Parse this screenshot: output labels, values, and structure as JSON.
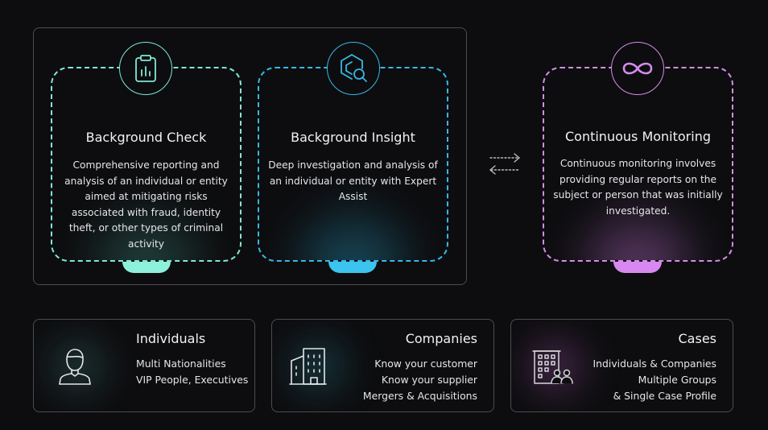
{
  "services": [
    {
      "title": "Background Check",
      "description": "Comprehensive reporting and analysis of an individual or entity aimed at mitigating risks associated with fraud, identity theft, or other types of criminal activity",
      "icon": "clipboard-chart-icon",
      "color": "#7fe8d6"
    },
    {
      "title": "Background Insight",
      "description": "Deep investigation and analysis of an individual or entity with Expert Assist",
      "icon": "hexagon-search-icon",
      "color": "#38b7e6"
    },
    {
      "title": "Continuous Monitoring",
      "description": "Continuous monitoring involves providing regular reports on the subject or person that was initially investigated.",
      "icon": "infinity-icon",
      "color": "#d58bea"
    }
  ],
  "features": [
    {
      "title": "Individuals",
      "lines": [
        "Multi Nationalities",
        "VIP People, Executives"
      ],
      "icon": "person-icon"
    },
    {
      "title": "Companies",
      "lines": [
        "Know your customer",
        "Know your supplier",
        "Mergers & Acquisitions"
      ],
      "icon": "buildings-icon"
    },
    {
      "title": "Cases",
      "lines": [
        "Individuals & Companies",
        "Multiple Groups",
        "& Single Case Profile"
      ],
      "icon": "building-people-icon"
    }
  ]
}
